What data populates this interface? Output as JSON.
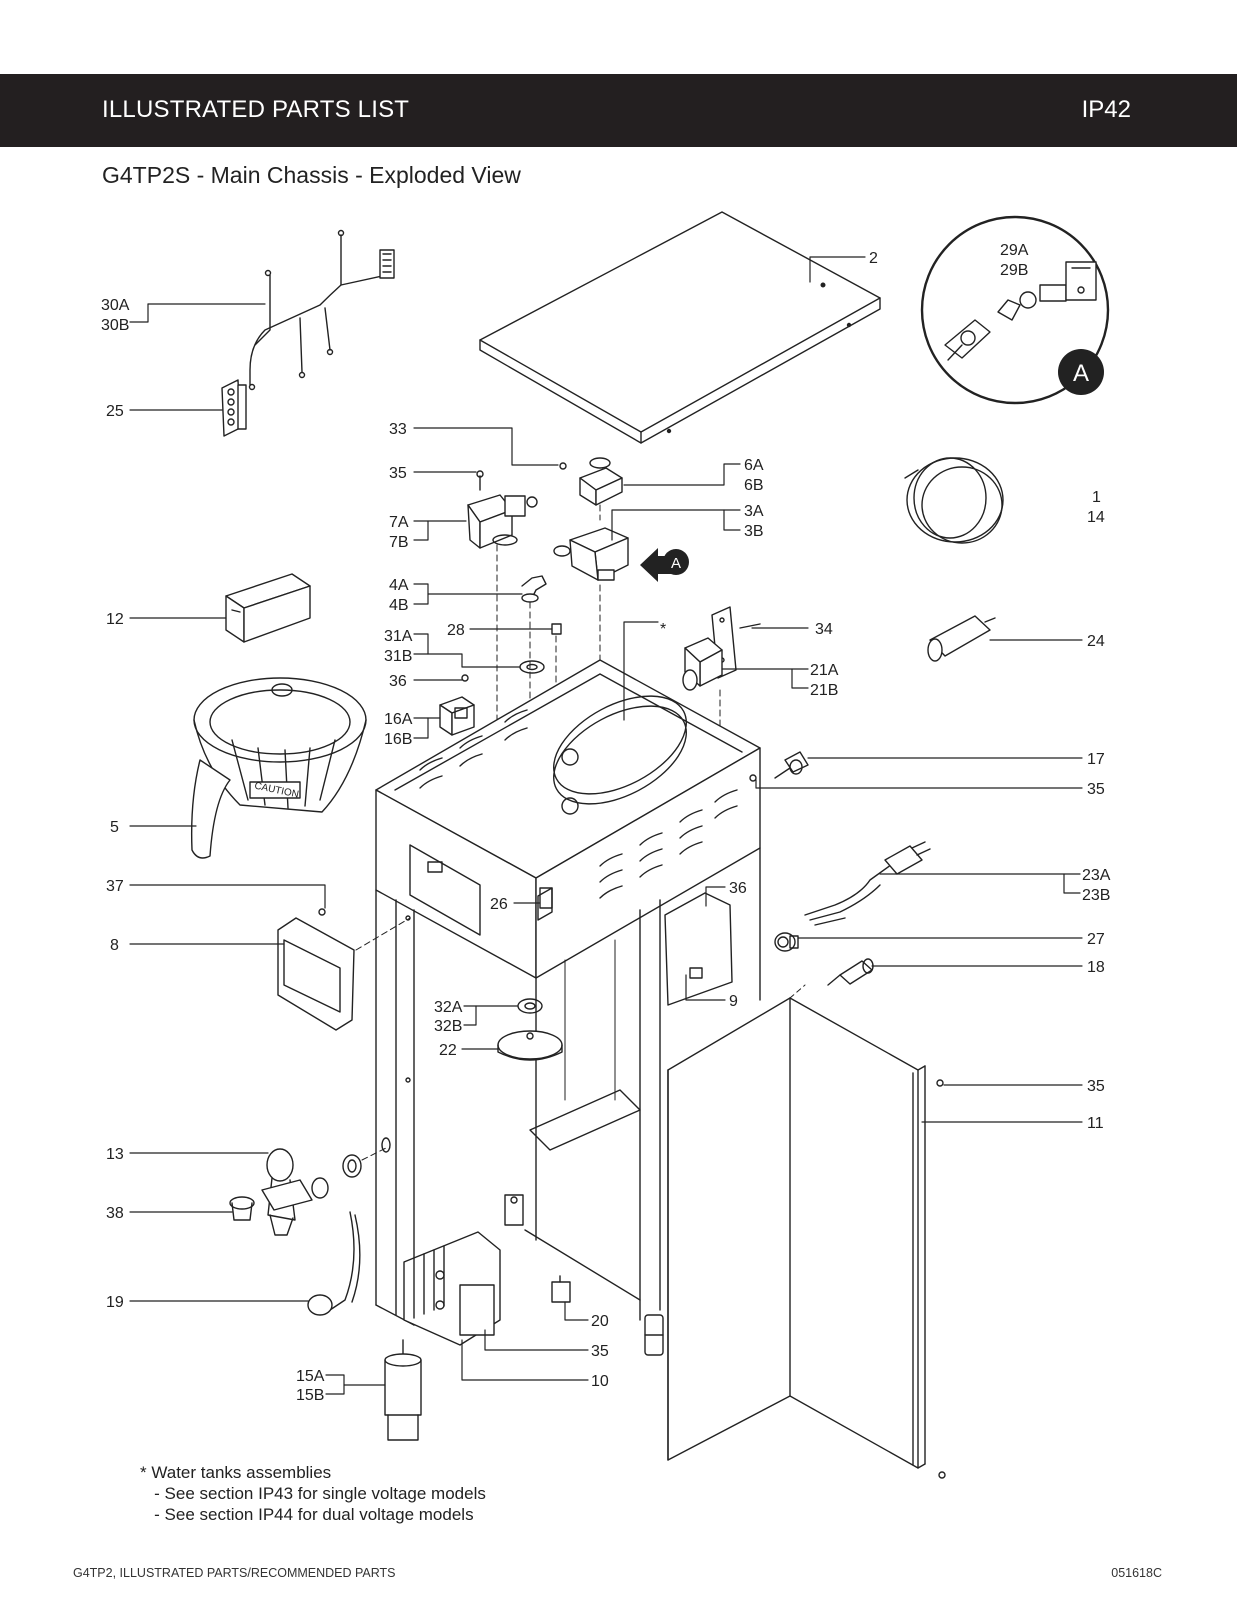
{
  "header": {
    "title": "ILLUSTRATED PARTS LIST",
    "code": "IP42"
  },
  "subtitle": "G4TP2S - Main Chassis - Exploded View",
  "callouts": {
    "c1": "1",
    "c14": "14",
    "c2": "2",
    "c29a": "29A",
    "c29b": "29B",
    "detail_a": "A",
    "detail_a_arrow": "A",
    "c30a": "30A",
    "c30b": "30B",
    "c25": "25",
    "c33": "33",
    "c35_top": "35",
    "c6a": "6A",
    "c6b": "6B",
    "c7a": "7A",
    "c7b": "7B",
    "c3a": "3A",
    "c3b": "3B",
    "c4a": "4A",
    "c4b": "4B",
    "c12": "12",
    "c28": "28",
    "star": "*",
    "c34": "34",
    "c24": "24",
    "c31a": "31A",
    "c31b": "31B",
    "c36_left": "36",
    "c21a": "21A",
    "c21b": "21B",
    "c16a": "16A",
    "c16b": "16B",
    "c17": "17",
    "c35_right": "35",
    "c5": "5",
    "c37": "37",
    "c36_right": "36",
    "c23a": "23A",
    "c23b": "23B",
    "c26": "26",
    "c8": "8",
    "c27": "27",
    "c18": "18",
    "c9": "9",
    "c32a": "32A",
    "c32b": "32B",
    "c22": "22",
    "c35_door": "35",
    "c11": "11",
    "c13": "13",
    "c38": "38",
    "c19": "19",
    "c20": "20",
    "c35_bottom": "35",
    "c10": "10",
    "c15a": "15A",
    "c15b": "15B"
  },
  "stickers": {
    "caution": "CAUTION"
  },
  "notes": {
    "line1": "* Water tanks assemblies",
    "line2": "   - See section IP43 for single voltage models",
    "line3": "   - See section IP44 for dual voltage models"
  },
  "footer": {
    "left": "G4TP2, ILLUSTRATED PARTS/RECOMMENDED PARTS",
    "right": "051618C"
  }
}
